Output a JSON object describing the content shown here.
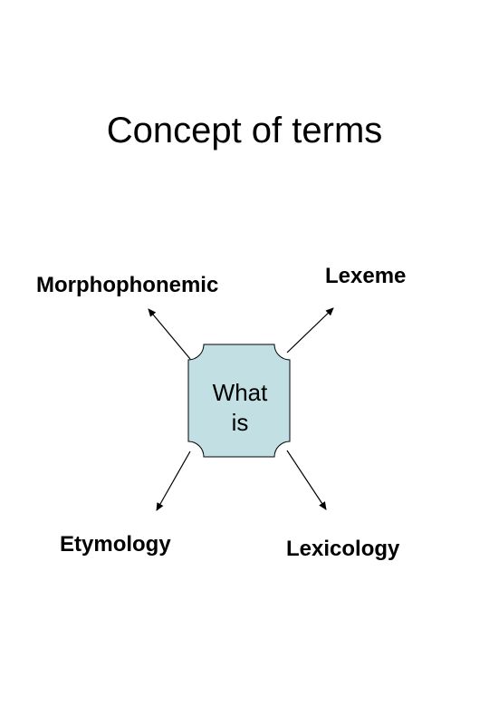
{
  "title": "Concept of terms",
  "center": {
    "line1": "What",
    "line2": "is",
    "fill_color": "#c2e0e4",
    "stroke_color": "#000000"
  },
  "terms": {
    "top_left": "Morphophonemic",
    "top_right": "Lexeme",
    "bottom_left": "Etymology",
    "bottom_right": "Lexicology"
  },
  "arrow_color": "#000000"
}
